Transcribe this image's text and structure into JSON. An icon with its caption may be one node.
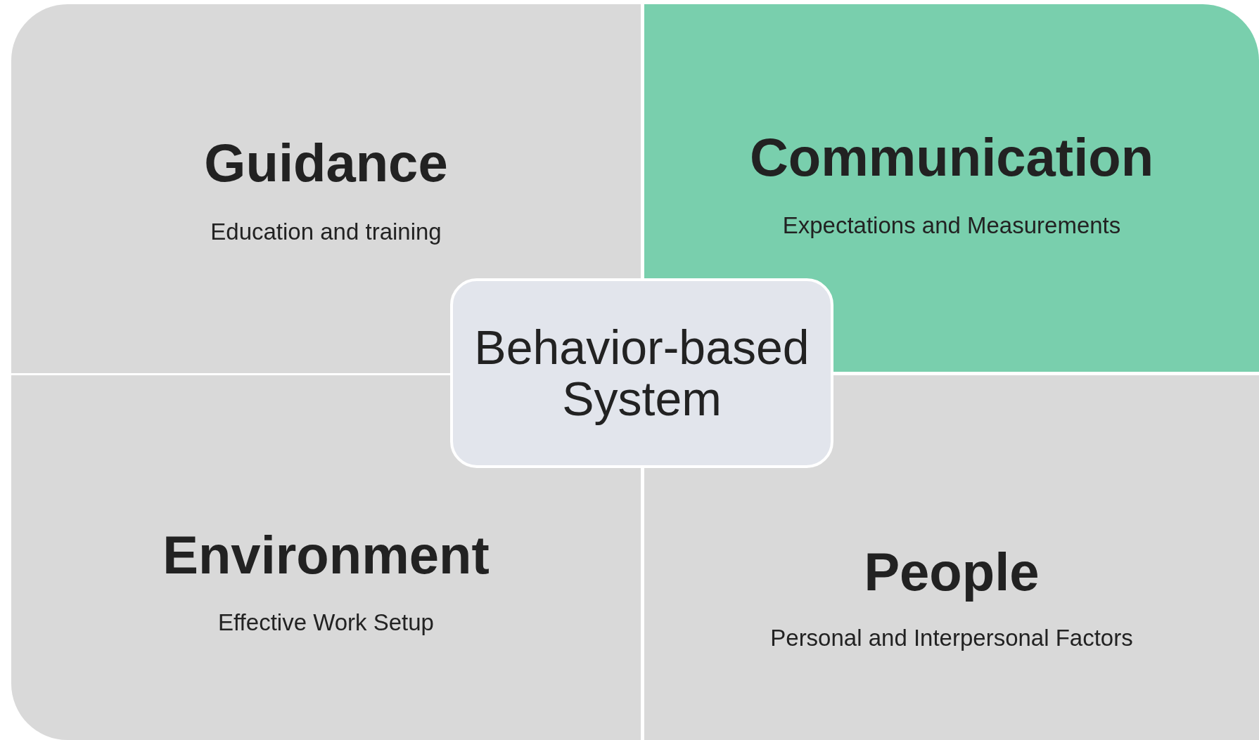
{
  "diagram": {
    "nodes": [
      {
        "text": [
          "Guidance",
          "Education and training"
        ]
      },
      {
        "text": [
          "Communication",
          "Expectations and Measurements"
        ]
      },
      {
        "text": [
          "Environment",
          "Effective Work Setup"
        ]
      },
      {
        "text": [
          "People",
          "Personal and Interpersonal Factors"
        ]
      },
      {
        "text": [
          "Behavior-based System"
        ]
      }
    ]
  }
}
